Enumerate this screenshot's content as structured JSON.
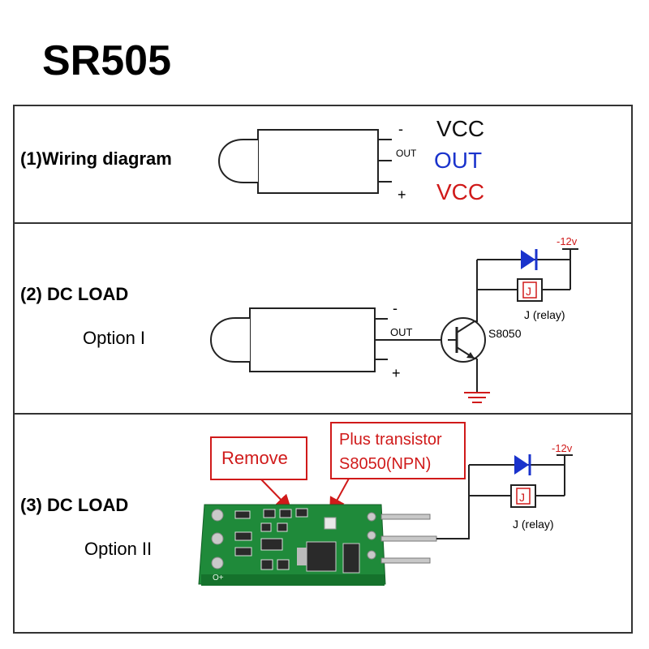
{
  "title": "SR505",
  "sections": [
    {
      "label": "(1)Wiring diagram",
      "pins": [
        {
          "mark": "-",
          "name": "VCC",
          "color": "#111111"
        },
        {
          "mark": "OUT",
          "name": "OUT",
          "color": "#1a33cc"
        },
        {
          "mark": "+",
          "name": "VCC",
          "color": "#d01a1a"
        }
      ]
    },
    {
      "label": "(2) DC LOAD",
      "option": "Option I",
      "pin_minus": "-",
      "pin_out": "OUT",
      "pin_plus": "+",
      "transistor": "S8050",
      "supply": "-12v",
      "relay_symbol": "J",
      "relay_label": "J (relay)"
    },
    {
      "label": "(3) DC LOAD",
      "option": "Option II",
      "callout_remove": "Remove",
      "callout_plus_line1": "Plus transistor",
      "callout_plus_line2": "S8050(NPN)",
      "supply": "-12v",
      "relay_symbol": "J",
      "relay_label": "J (relay)",
      "pcb_marking": "O+"
    }
  ],
  "colors": {
    "diode": "#1a33cc",
    "supply": "#d01a1a",
    "ground": "#d01a1a",
    "relay": "#d01a1a",
    "callout": "#d01a1a",
    "pcb": "#1f8a3a"
  }
}
